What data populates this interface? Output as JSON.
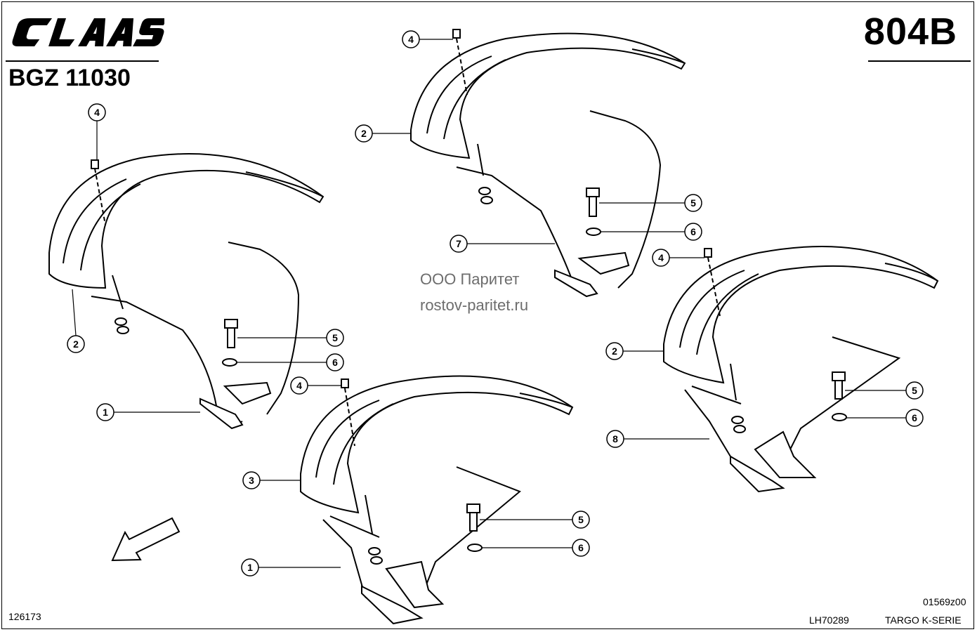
{
  "header": {
    "brand": "CLAAS",
    "page_number": "804B",
    "group_code": "BGZ 11030"
  },
  "watermark": {
    "line1": "ООО Паритет",
    "line2": "rostov-paritet.ru"
  },
  "footer": {
    "drawing_no": "126173",
    "ref_code": "01569z00",
    "lh_code": "LH70289",
    "series": "TARGO K-SERIE"
  },
  "callouts": {
    "c1a": "4",
    "c1b": "2",
    "c1c": "5",
    "c1d": "6",
    "c1e": "1",
    "c2a": "4",
    "c2b": "2",
    "c2c": "5",
    "c2d": "6",
    "c2e": "7",
    "c3a": "4",
    "c3b": "3",
    "c3c": "5",
    "c3d": "6",
    "c3e": "1",
    "c4a": "4",
    "c4b": "2",
    "c4c": "5",
    "c4d": "6",
    "c4e": "8"
  },
  "colors": {
    "line": "#000000",
    "watermark": "#6d6d6d"
  }
}
